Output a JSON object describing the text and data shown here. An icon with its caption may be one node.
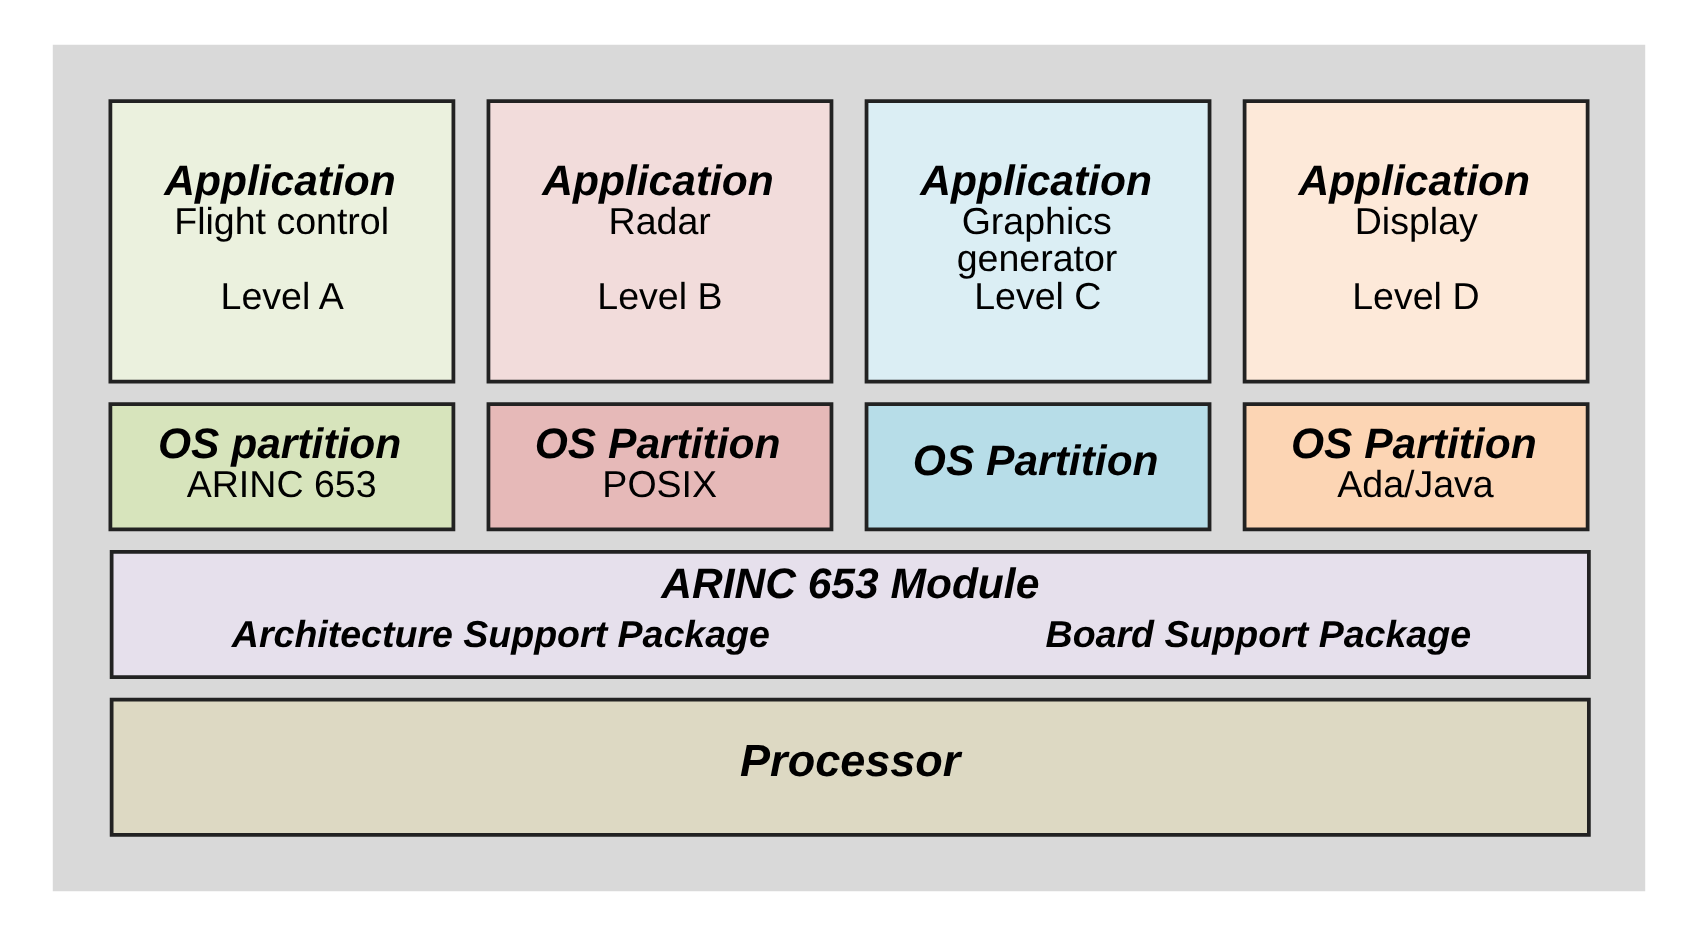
{
  "diagram": {
    "nodes": [
      {
        "text": [],
        "shape": "box"
      },
      {
        "text": [
          "Application",
          "Flight control",
          "Level A"
        ],
        "in": 0
      },
      {
        "text": [
          "Application",
          "Radar",
          "Level B"
        ],
        "in": 0
      },
      {
        "text": [
          "Application",
          "Graphics generator",
          "Level C"
        ],
        "in": 0
      },
      {
        "text": [
          "Application",
          "Display",
          "Level D"
        ],
        "in": 0
      },
      {
        "text": [
          "OS partition",
          "ARINC 653"
        ],
        "in": 0
      },
      {
        "text": [
          "OS Partition",
          "POSIX"
        ],
        "in": 0
      },
      {
        "text": [
          "OS Partition"
        ],
        "in": 0
      },
      {
        "text": [
          "OS Partition",
          "Ada/Java"
        ],
        "in": 0
      },
      {
        "text": [
          "ARINC 653 Module",
          "Architecture Support Package",
          "Board Support Package"
        ],
        "in": 0
      },
      {
        "text": [
          "Processor"
        ],
        "in": 0
      }
    ]
  }
}
